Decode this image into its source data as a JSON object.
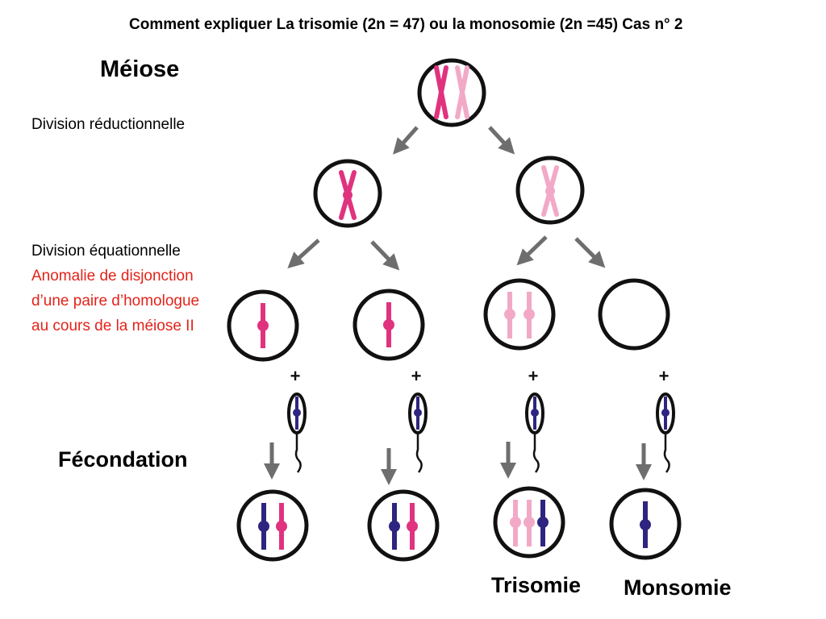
{
  "title": "Comment expliquer La trisomie (2n = 47) ou la monosomie (2n =45) Cas n° 2",
  "labels": {
    "meiose": "Méiose",
    "division_reductionnelle": "Division réductionnelle",
    "division_equationnelle": "Division équationnelle",
    "anomalie_lines": [
      "Anomalie de disjonction",
      "d’une paire d’homologue",
      "au cours de la méiose II"
    ],
    "fecondation": "Fécondation",
    "trisomie": "Trisomie",
    "monosomie": "Monsomie"
  },
  "sperm_sign": "+",
  "colors": {
    "maternal_dark": "#e0337f",
    "maternal_light": "#f2a9c7",
    "paternal": "#2e2580",
    "arrow": "#6e6e6e",
    "anomaly_text": "#e2231a"
  }
}
